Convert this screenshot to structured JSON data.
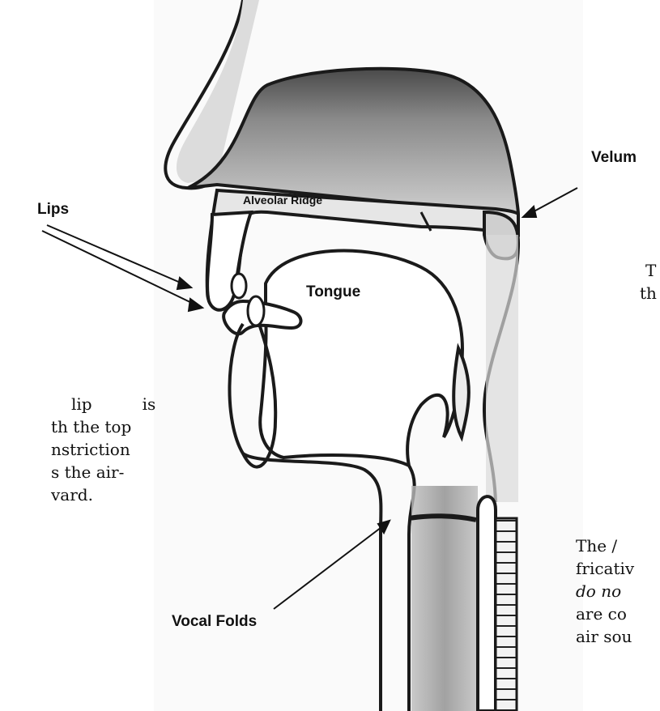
{
  "labels": {
    "velum": "Velum",
    "lips": "Lips",
    "alveolar_ridge": "Alveolar Ridge",
    "tongue": "Tongue",
    "vocal_folds": "Vocal Folds"
  },
  "text_left": {
    "line1_word1": "lip",
    "line1_word2": "is",
    "line2": "th the top",
    "line3": "nstriction",
    "line4": "s the air-",
    "line5": "vard."
  },
  "text_right_top": {
    "line1": "T",
    "line2": "th"
  },
  "text_right_bottom": {
    "line1": "The /",
    "line2": "fricativ",
    "line3": "do no",
    "line4": "are co",
    "line5": "air sou"
  },
  "colors": {
    "ink": "#1a1a1a",
    "shade_dark": "#555555",
    "shade_mid": "#9a9a9a",
    "shade_light": "#d4d4d4",
    "paper": "#ffffff"
  }
}
